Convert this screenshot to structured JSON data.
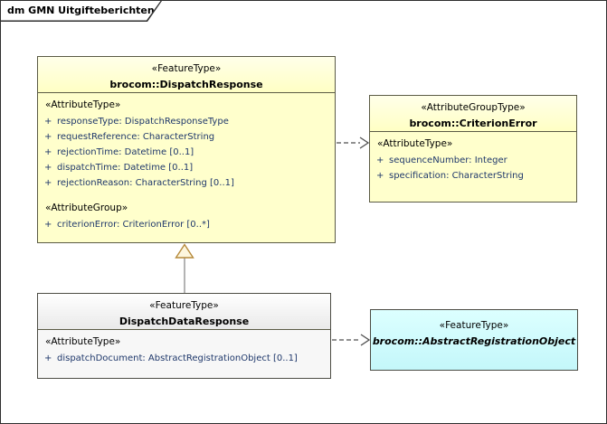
{
  "frame": {
    "title": "dm GMN Uitgifteberichten"
  },
  "nodes": {
    "dispatchResponse": {
      "stereotype": "«FeatureType»",
      "name": "brocom::DispatchResponse",
      "sections": [
        {
          "stereotype": "«AttributeType»",
          "rows": [
            {
              "vis": "+",
              "text": "responseType: DispatchResponseType"
            },
            {
              "vis": "+",
              "text": "requestReference: CharacterString"
            },
            {
              "vis": "+",
              "text": "rejectionTime: Datetime [0..1]"
            },
            {
              "vis": "+",
              "text": "dispatchTime: Datetime [0..1]"
            },
            {
              "vis": "+",
              "text": "rejectionReason: CharacterString [0..1]"
            }
          ]
        },
        {
          "stereotype": "«AttributeGroup»",
          "rows": [
            {
              "vis": "+",
              "text": "criterionError: CriterionError [0..*]"
            }
          ]
        }
      ]
    },
    "criterionError": {
      "stereotype": "«AttributeGroupType»",
      "name": "brocom::CriterionError",
      "sections": [
        {
          "stereotype": "«AttributeType»",
          "rows": [
            {
              "vis": "+",
              "text": "sequenceNumber: Integer"
            },
            {
              "vis": "+",
              "text": "specification: CharacterString"
            }
          ]
        }
      ]
    },
    "dispatchDataResponse": {
      "stereotype": "«FeatureType»",
      "name": "DispatchDataResponse",
      "sections": [
        {
          "stereotype": "«AttributeType»",
          "rows": [
            {
              "vis": "+",
              "text": "dispatchDocument: AbstractRegistrationObject [0..1]"
            }
          ]
        }
      ]
    },
    "abstractRegistrationObject": {
      "stereotype": "«FeatureType»",
      "name": "brocom::AbstractRegistrationObject"
    }
  },
  "connectors": [
    {
      "type": "dependency",
      "from": "brocom::DispatchResponse",
      "to": "brocom::CriterionError",
      "style": "dashed-open-arrow"
    },
    {
      "type": "generalization",
      "from": "DispatchDataResponse",
      "to": "brocom::DispatchResponse",
      "style": "hollow-triangle"
    },
    {
      "type": "dependency",
      "from": "DispatchDataResponse",
      "to": "brocom::AbstractRegistrationObject",
      "style": "dashed-open-arrow"
    }
  ],
  "colors": {
    "class_fill_yellow": "#FFFFCC",
    "class_fill_gray": "#F7F7F7",
    "class_fill_cyan": "#CCFFFF",
    "box_border": "#5B5B45",
    "attribute_text": "#1F386B",
    "connector": "#4F4F4F",
    "generalization_triangle_stroke": "#B5893A",
    "generalization_triangle_fill": "#FDF6DD",
    "frame_border": "#2F2F2F"
  }
}
